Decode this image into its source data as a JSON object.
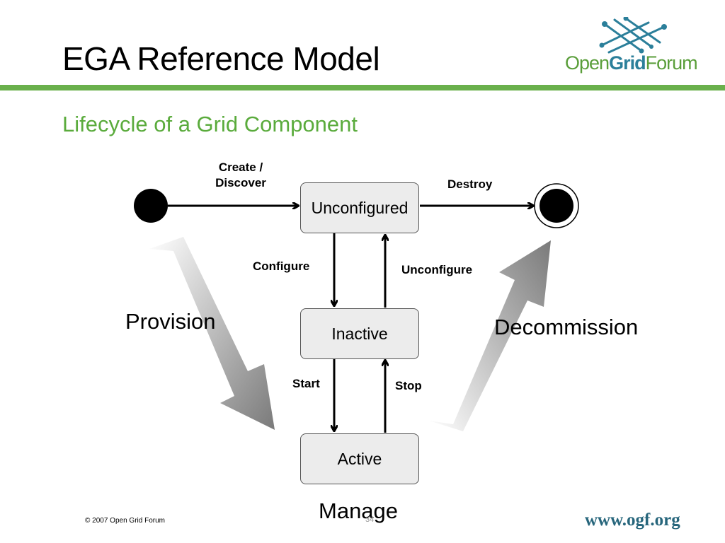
{
  "header": {
    "title": "EGA Reference Model",
    "subtitle": "Lifecycle of a Grid Component",
    "logo": {
      "open": "Open",
      "grid": "Grid",
      "forum": "Forum"
    }
  },
  "states": {
    "unconfigured": "Unconfigured",
    "inactive": "Inactive",
    "active": "Active"
  },
  "transitions": {
    "create_line1": "Create /",
    "create_line2": "Discover",
    "destroy": "Destroy",
    "configure": "Configure",
    "unconfigure": "Unconfigure",
    "start": "Start",
    "stop": "Stop"
  },
  "phases": {
    "provision": "Provision",
    "decommission": "Decommission",
    "manage": "Manage"
  },
  "footer": {
    "copyright": "© 2007 Open Grid Forum",
    "page": "34",
    "url": "www.ogf.org"
  },
  "colors": {
    "accent_green": "#6ab04c",
    "subtitle_green": "#5aab3c",
    "logo_blue": "#2b7f9a"
  }
}
